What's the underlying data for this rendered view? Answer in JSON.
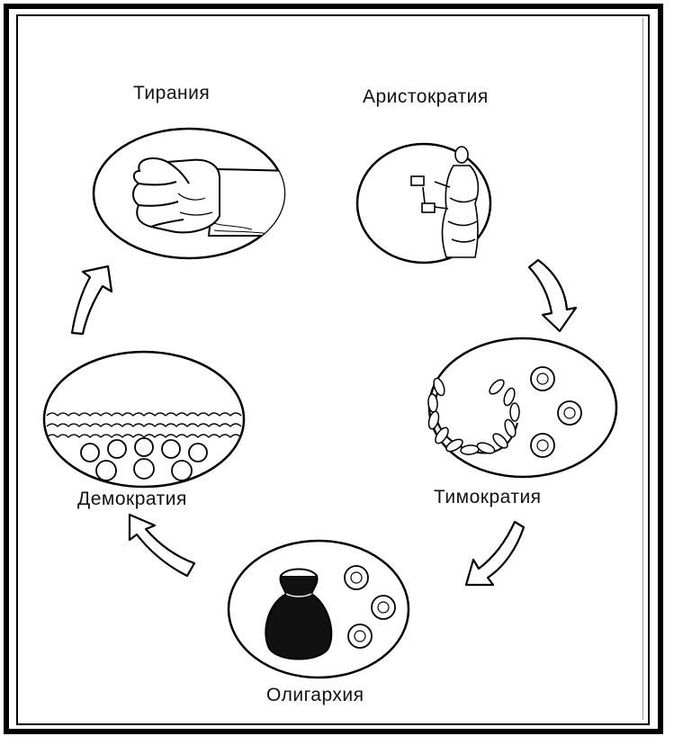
{
  "diagram": {
    "stages": [
      {
        "id": "tyranny",
        "label": "Тирания",
        "icon": "fist-icon"
      },
      {
        "id": "aristocracy",
        "label": "Аристократия",
        "icon": "philosopher-figure-icon"
      },
      {
        "id": "timocracy",
        "label": "Тимократия",
        "icon": "laurel-wreath-coins-icon"
      },
      {
        "id": "oligarchy",
        "label": "Олигархия",
        "icon": "money-bag-coins-icon"
      },
      {
        "id": "democracy",
        "label": "Демократия",
        "icon": "crowd-icon"
      }
    ],
    "cycle_direction": "clockwise"
  }
}
